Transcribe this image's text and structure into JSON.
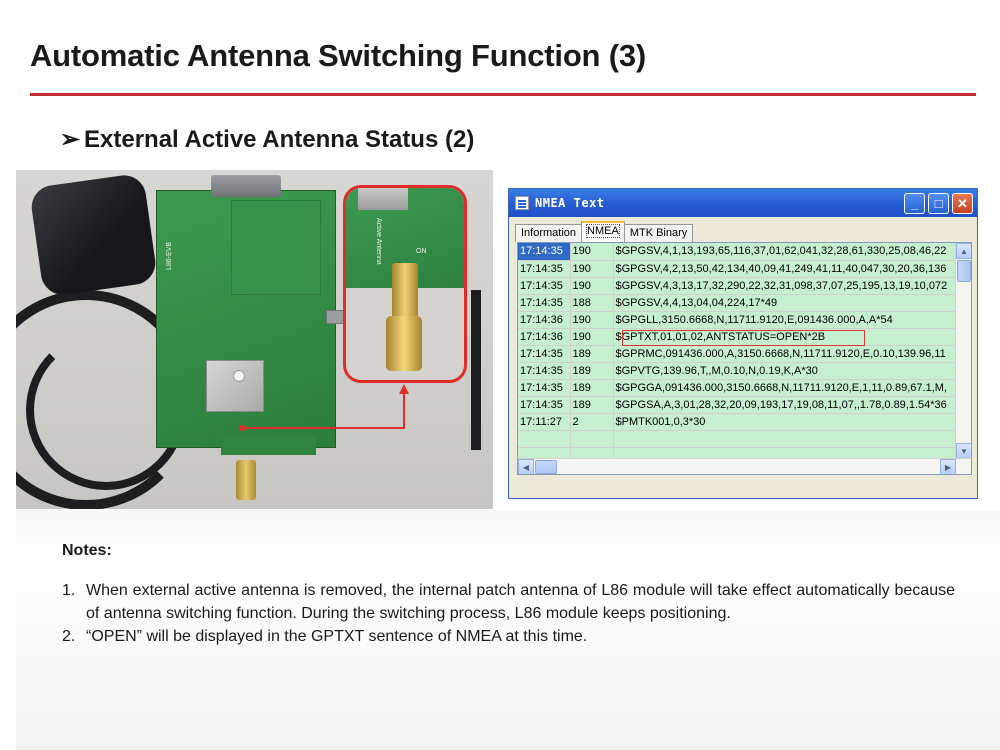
{
  "slide": {
    "title": "Automatic Antenna Switching Function (3)",
    "subtitle": "External Active Antenna Status (2)",
    "subtitle_bullet": "➢"
  },
  "photo": {
    "board_labels": [
      "L86-EVB",
      "Active Antenna",
      "ON"
    ]
  },
  "window": {
    "title": "NMEA Text",
    "buttons": {
      "minimize": "_",
      "maximize": "□",
      "close": "✕"
    },
    "tabs": [
      {
        "label": "Information",
        "active": false
      },
      {
        "label": "NMEA",
        "active": true
      },
      {
        "label": "MTK Binary",
        "active": false
      }
    ],
    "rows": [
      {
        "time": "17:14:35",
        "num": "190",
        "sentence": "$GPGSV,4,1,13,193,65,116,37,01,62,041,32,28,61,330,25,08,46,22"
      },
      {
        "time": "17:14:35",
        "num": "190",
        "sentence": "$GPGSV,4,2,13,50,42,134,40,09,41,249,41,11,40,047,30,20,36,136"
      },
      {
        "time": "17:14:35",
        "num": "190",
        "sentence": "$GPGSV,4,3,13,17,32,290,22,32,31,098,37,07,25,195,13,19,10,072"
      },
      {
        "time": "17:14:35",
        "num": "188",
        "sentence": "$GPGSV,4,4,13,04,04,224,17*49"
      },
      {
        "time": "17:14:36",
        "num": "190",
        "sentence": "$GPGLL,3150.6668,N,11711.9120,E,091436.000,A,A*54"
      },
      {
        "time": "17:14:36",
        "num": "190",
        "sentence": "$GPTXT,01,01,02,ANTSTATUS=OPEN*2B"
      },
      {
        "time": "17:14:35",
        "num": "189",
        "sentence": "$GPRMC,091436.000,A,3150.6668,N,11711.9120,E,0.10,139.96,11"
      },
      {
        "time": "17:14:35",
        "num": "189",
        "sentence": "$GPVTG,139.96,T,,M,0.10,N,0.19,K,A*30"
      },
      {
        "time": "17:14:35",
        "num": "189",
        "sentence": "$GPGGA,091436.000,3150.6668,N,11711.9120,E,1,11,0.89,67.1,M,"
      },
      {
        "time": "17:14:35",
        "num": "189",
        "sentence": "$GPGSA,A,3,01,28,32,20,09,193,17,19,08,11,07,,1.78,0.89,1.54*36"
      },
      {
        "time": "17:11:27",
        "num": "2",
        "sentence": "$PMTK001,0,3*30"
      }
    ]
  },
  "notes": {
    "title": "Notes:",
    "items": [
      {
        "num": "1.",
        "text": "When external active antenna is removed, the internal patch antenna of L86 module will take effect automatically because of antenna switching function. During the switching process, L86 module keeps positioning."
      },
      {
        "num": "2.",
        "text": "“OPEN” will be displayed in the GPTXT sentence of NMEA at this time."
      }
    ]
  },
  "colors": {
    "accent_red": "#c0282d",
    "grid_green": "#c6efcf",
    "selection_blue": "#316ac5",
    "titlebar_blue": "#2a60d6"
  }
}
